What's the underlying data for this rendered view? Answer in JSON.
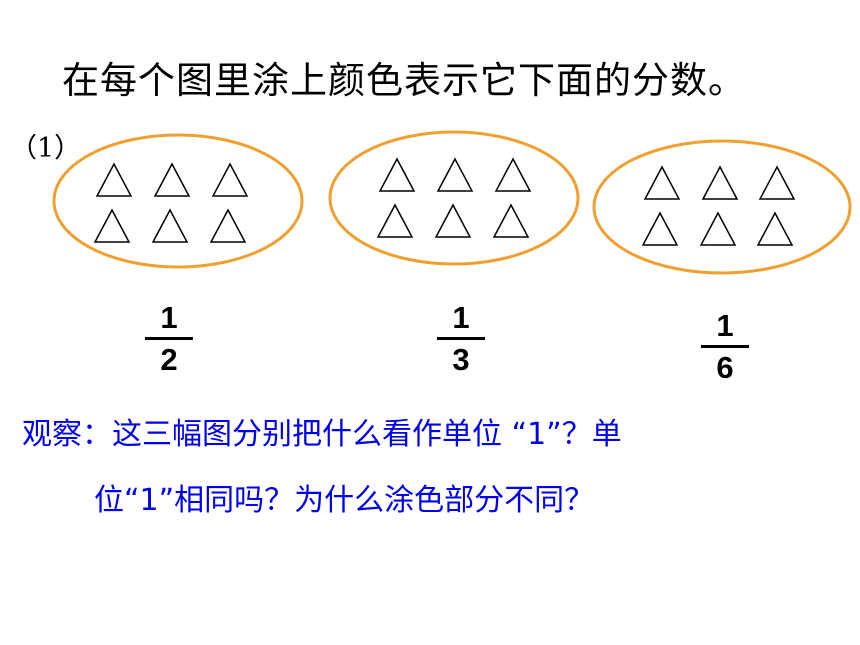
{
  "title": "在每个图里涂上颜色表示它下面的分数。",
  "sub_label": "（1）",
  "groups": [
    {
      "triangles": 6,
      "fraction": {
        "numerator": "1",
        "denominator": "2"
      }
    },
    {
      "triangles": 6,
      "fraction": {
        "numerator": "1",
        "denominator": "3"
      }
    },
    {
      "triangles": 6,
      "fraction": {
        "numerator": "1",
        "denominator": "6"
      }
    }
  ],
  "question": {
    "line1": "观察：这三幅图分别把什么看作单位 “1”？单",
    "line2": "位“1”相同吗？为什么涂色部分不同？"
  },
  "colors": {
    "ellipse_stroke": "#f0a030",
    "question_text": "#0000ee",
    "text": "#000000"
  }
}
